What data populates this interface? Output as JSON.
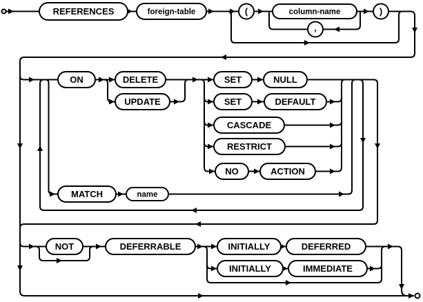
{
  "diagram": {
    "title": "foreign-key-clause railroad syntax diagram",
    "line_color": "#000000",
    "background_color": "#ffffff",
    "keywords": {
      "references": "REFERENCES",
      "on": "ON",
      "delete": "DELETE",
      "update": "UPDATE",
      "set1": "SET",
      "null": "NULL",
      "set2": "SET",
      "default": "DEFAULT",
      "cascade": "CASCADE",
      "restrict": "RESTRICT",
      "no": "NO",
      "action": "ACTION",
      "match": "MATCH",
      "not": "NOT",
      "deferrable": "DEFERRABLE",
      "initially1": "INITIALLY",
      "deferred": "DEFERRED",
      "initially2": "INITIALLY",
      "immediate": "IMMEDIATE"
    },
    "nonterminals": {
      "foreign_table": "foreign-table",
      "column_name": "column-name",
      "name": "name"
    },
    "punctuation": {
      "lparen": "(",
      "comma": ",",
      "rparen": ")"
    }
  }
}
